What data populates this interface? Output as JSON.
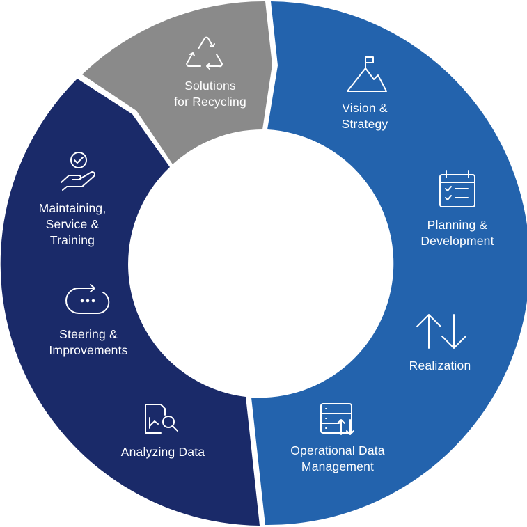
{
  "colors": {
    "light_blue": "#2363ad",
    "dark_blue": "#1a2a69",
    "gray": "#8a8a8a",
    "icon_stroke": "#ffffff",
    "background": "#ffffff"
  },
  "segments": [
    {
      "id": "vision",
      "icon": "mountain-flag-icon",
      "lines": [
        "Vision &",
        "Strategy"
      ]
    },
    {
      "id": "planning",
      "icon": "calendar-checklist-icon",
      "lines": [
        "Planning &",
        "Development"
      ]
    },
    {
      "id": "realization",
      "icon": "up-down-arrows-icon",
      "lines": [
        "Realization"
      ]
    },
    {
      "id": "operational",
      "icon": "database-transfer-icon",
      "lines": [
        "Operational Data",
        "Management"
      ]
    },
    {
      "id": "analyzing",
      "icon": "document-search-icon",
      "lines": [
        "Analyzing Data"
      ]
    },
    {
      "id": "steering",
      "icon": "refresh-dots-icon",
      "lines": [
        "Steering &",
        "Improvements"
      ]
    },
    {
      "id": "maintaining",
      "icon": "hand-check-icon",
      "lines": [
        "Maintaining,",
        "Service &",
        "Training"
      ]
    },
    {
      "id": "recycling",
      "icon": "recycle-icon",
      "lines": [
        "Solutions",
        "for Recycling"
      ]
    }
  ]
}
